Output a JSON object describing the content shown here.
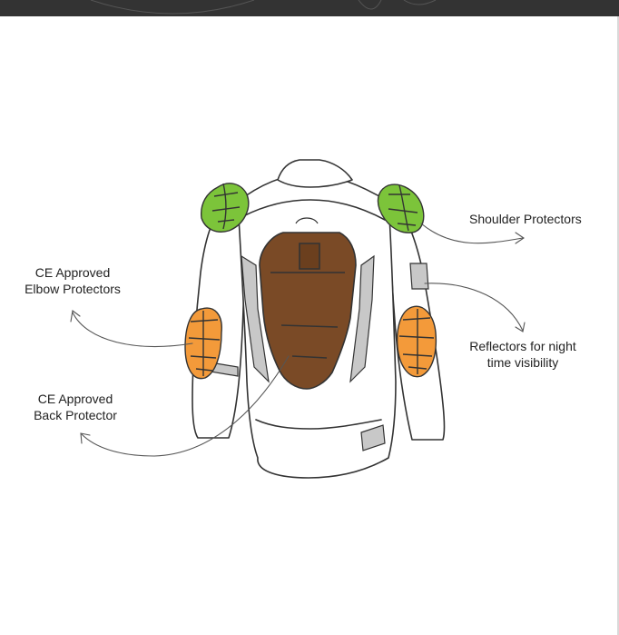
{
  "labels": {
    "shoulder": "Shoulder Protectors",
    "elbow_line1": "CE Approved",
    "elbow_line2": "Elbow Protectors",
    "back_line1": "CE Approved",
    "back_line2": "Back Protector",
    "reflector_line1": "Reflectors for night",
    "reflector_line2": "time visibility"
  },
  "colors": {
    "shoulder_protector": "#7cc43a",
    "elbow_protector": "#f39a3a",
    "back_protector": "#7a4a26",
    "reflector": "#c8c8c8",
    "outline": "#333333"
  }
}
